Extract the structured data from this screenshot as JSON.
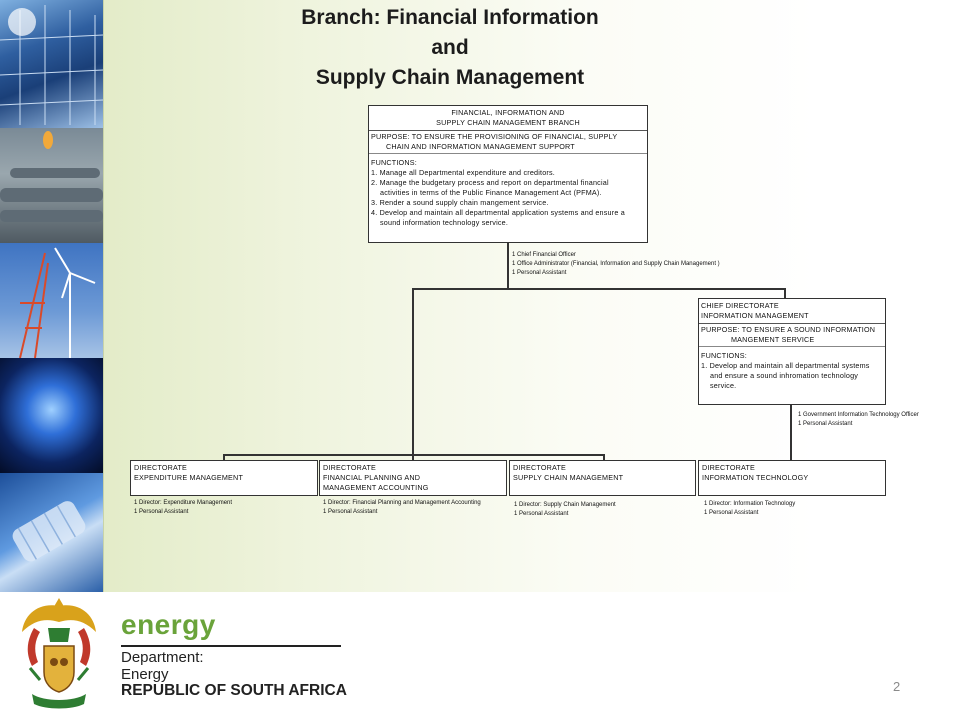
{
  "title": {
    "line1": "Branch: Financial Information",
    "line2": "and",
    "line3": "Supply Chain Management"
  },
  "branch": {
    "name1": "FINANCIAL, INFORMATION AND",
    "name2": "SUPPLY CHAIN MANAGEMENT BRANCH",
    "purpose1": "PURPOSE:  TO ENSURE THE PROVISIONING OF FINANCIAL, SUPPLY",
    "purpose2": "CHAIN AND INFORMATION MANAGEMENT SUPPORT",
    "functions": "FUNCTIONS:",
    "f1": "1. Manage all Departmental expenditure and creditors.",
    "f2a": "2. Manage the budgetary process and report on departmental financial",
    "f2b": "activities in terms of the Public Finance Management Act (PFMA).",
    "f3": "3.  Render a sound supply chain mangement service.",
    "f4a": "4. Develop and maintain all departmental application systems and ensure a",
    "f4b": "sound information technology service.",
    "staff1": "1 Chief Financial Officer",
    "staff2": "1 Office Administrator (Financial, Information and Supply Chain Management )",
    "staff3": "1 Personal Assistant"
  },
  "chief_directorate": {
    "name1": "CHIEF DIRECTORATE",
    "name2": "INFORMATION MANAGEMENT",
    "purpose1": "PURPOSE: TO ENSURE A SOUND INFORMATION",
    "purpose2": "MANGEMENT SERVICE",
    "functions": "FUNCTIONS:",
    "f1a": "1. Develop and maintain all departmental systems",
    "f1b": "and ensure a sound inhromation technology",
    "f1c": "service.",
    "staff1": "1 Government Information Technology Officer",
    "staff2": "1 Personal Assistant"
  },
  "directorates": [
    {
      "l1": "DIRECTORATE",
      "l2": "EXPENDITURE MANAGEMENT",
      "l3": "",
      "s1": "1 Director: Expenditure Management",
      "s2": "1 Personal Assistant"
    },
    {
      "l1": "DIRECTORATE",
      "l2": "FINANCIAL PLANNING AND",
      "l3": "MANAGEMENT ACCOUNTING",
      "s1": "1 Director: Financial Planning and  Management Accounting",
      "s2": "1 Personal Assistant"
    },
    {
      "l1": "DIRECTORATE",
      "l2": "SUPPLY CHAIN MANAGEMENT",
      "l3": "",
      "s1": "1 Director: Supply Chain Management",
      "s2": "1 Personal Assistant"
    },
    {
      "l1": "DIRECTORATE",
      "l2": "INFORMATION TECHNOLOGY",
      "l3": "",
      "s1": "1 Director: Information Technology",
      "s2": "1 Personal Assistant"
    }
  ],
  "footer": {
    "brand": "energy",
    "dept1": "Department:",
    "dept2": "Energy",
    "country": "REPUBLIC OF SOUTH AFRICA",
    "page": "2"
  },
  "colors": {
    "brand_green": "#6aa33a",
    "background_tint": "#dde8bd"
  },
  "icons": [
    "coat-of-arms-emblem",
    "solar-panel-photo",
    "oil-refinery-photo",
    "wind-turbine-photo",
    "gas-flame-photo",
    "nuclear-fuel-rod-photo"
  ]
}
